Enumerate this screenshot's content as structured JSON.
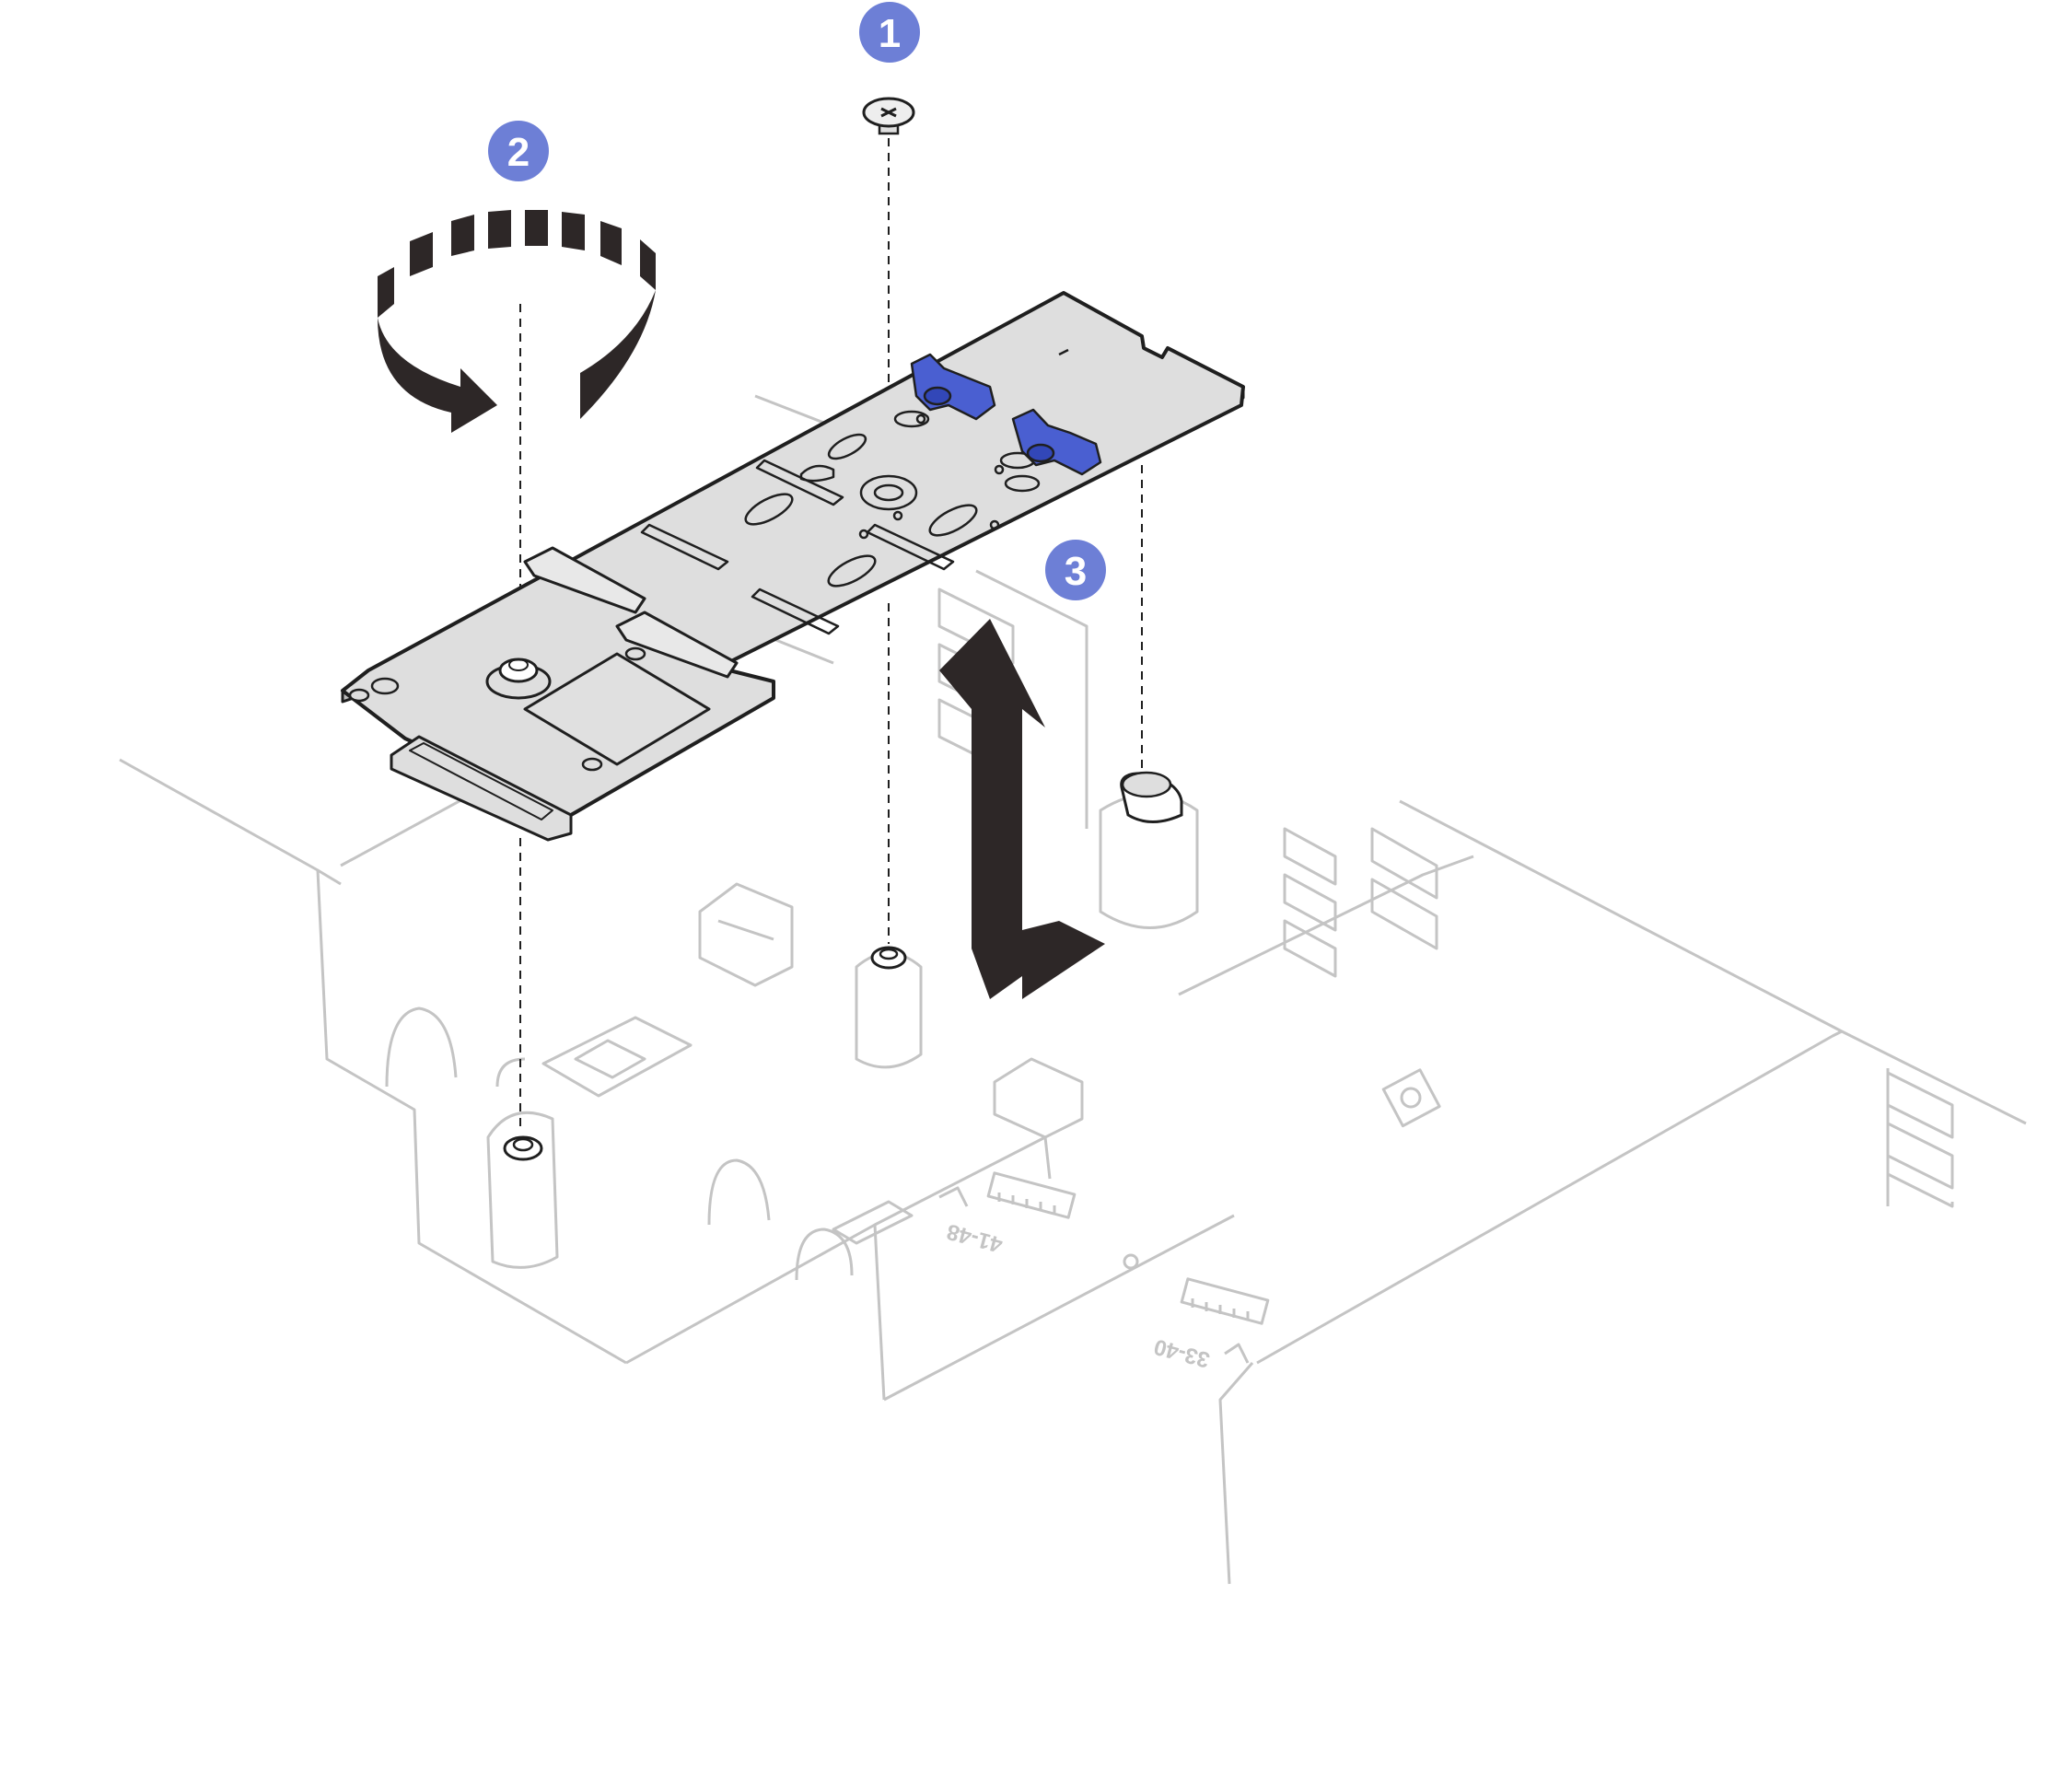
{
  "callouts": [
    {
      "number": "1"
    },
    {
      "number": "2"
    },
    {
      "number": "3"
    }
  ],
  "slot_labels": {
    "upper": "41-48",
    "lower": "33-40"
  },
  "colors": {
    "callout_fill": "#6d7fd6",
    "latch_blue": "#4a5fd1",
    "board_fill": "#dedede",
    "arrow_dark": "#2d2727",
    "background_line": "#c4c4c4",
    "outline": "#1f1f1f"
  }
}
